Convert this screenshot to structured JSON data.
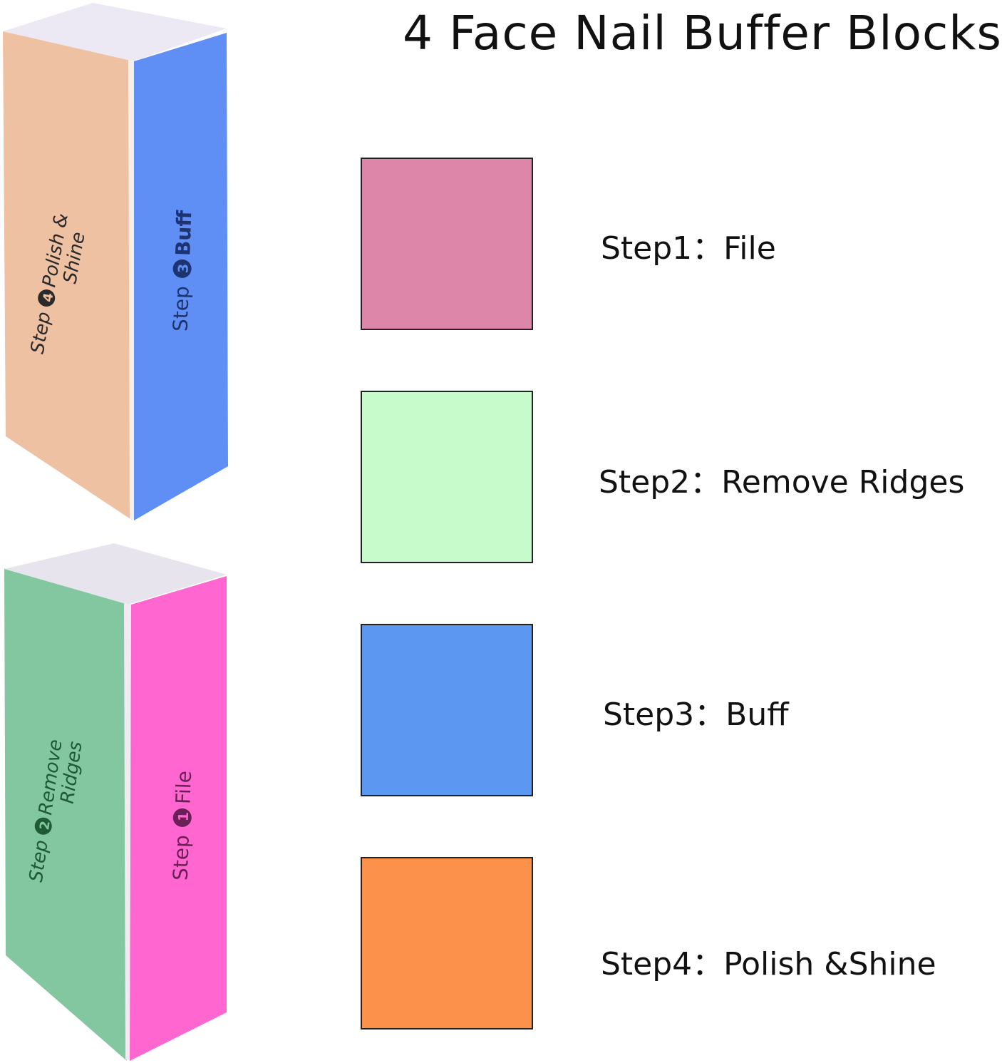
{
  "title": "4 Face Nail Buffer Blocks",
  "steps": [
    {
      "label": "Step1：File",
      "color": "#de86aa"
    },
    {
      "label": "Step2：Remove Ridges",
      "color": "#c8fbcb"
    },
    {
      "label": "Step3：Buff",
      "color": "#5c97f2"
    },
    {
      "label": "Step4：Polish &Shine",
      "color": "#fb914a"
    }
  ],
  "blocks": {
    "top": {
      "left_face_text": [
        "Step",
        "4",
        "Polish &",
        "Shine"
      ],
      "right_face_text": [
        "Step",
        "3",
        "Buff"
      ],
      "left_color": "#efc1a3",
      "right_color": "#5f8ef5",
      "top_color": "#ece9f5"
    },
    "bottom": {
      "left_face_text": [
        "Step",
        "2",
        "Remove",
        "Ridges"
      ],
      "right_face_text": [
        "Step",
        "1",
        "File"
      ],
      "left_color": "#82c79f",
      "right_color": "#ff66cf",
      "top_color": "#e8e4ee"
    }
  }
}
